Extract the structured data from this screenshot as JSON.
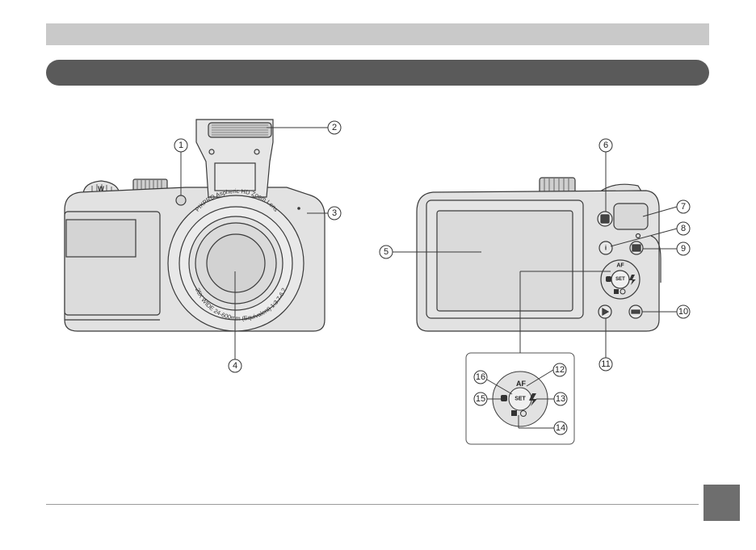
{
  "front_view": {
    "lens_top_text": "PIXPRO Aspheric HD Zoom Lens",
    "lens_bottom_text": "25X WIDE 24-600mm (Equivalent) 1:3.7-6.2",
    "dial_mark": "W"
  },
  "back_view": {
    "center_button": "SET",
    "af_label": "AF",
    "info_button": "i"
  },
  "inset": {
    "center_button": "SET",
    "af_label": "AF"
  },
  "callouts": [
    {
      "label": "1"
    },
    {
      "label": "2"
    },
    {
      "label": "3"
    },
    {
      "label": "4"
    },
    {
      "label": "5"
    },
    {
      "label": "6"
    },
    {
      "label": "7"
    },
    {
      "label": "8"
    },
    {
      "label": "9"
    },
    {
      "label": "10"
    },
    {
      "label": "11"
    },
    {
      "label": "12"
    },
    {
      "label": "13"
    },
    {
      "label": "14"
    },
    {
      "label": "15"
    },
    {
      "label": "16"
    }
  ],
  "colors": {
    "header_band": "#c9c9c9",
    "section_pill": "#5a5a5a",
    "page_tab": "#6e6e6e",
    "body_fill": "#e2e2e2",
    "outline": "#3a3a3a"
  }
}
